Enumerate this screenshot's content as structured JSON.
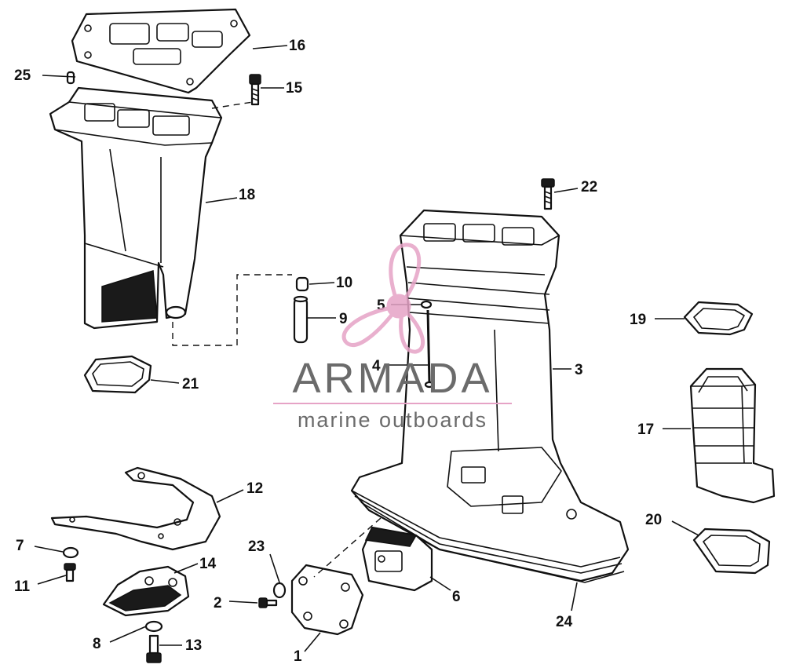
{
  "callouts": {
    "c1": "1",
    "c2": "2",
    "c3": "3",
    "c4": "4",
    "c5": "5",
    "c6": "6",
    "c7": "7",
    "c8": "8",
    "c9": "9",
    "c10": "10",
    "c11": "11",
    "c12": "12",
    "c13": "13",
    "c14": "14",
    "c15": "15",
    "c16": "16",
    "c17": "17",
    "c18": "18",
    "c19": "19",
    "c20": "20",
    "c21": "21",
    "c22": "22",
    "c23": "23",
    "c24": "24",
    "c25": "25"
  },
  "watermark": {
    "brand": "ARMADA",
    "tagline": "marine outboards",
    "brand_color": "#6b6b6b",
    "accent_color": "#e6a3c6"
  }
}
